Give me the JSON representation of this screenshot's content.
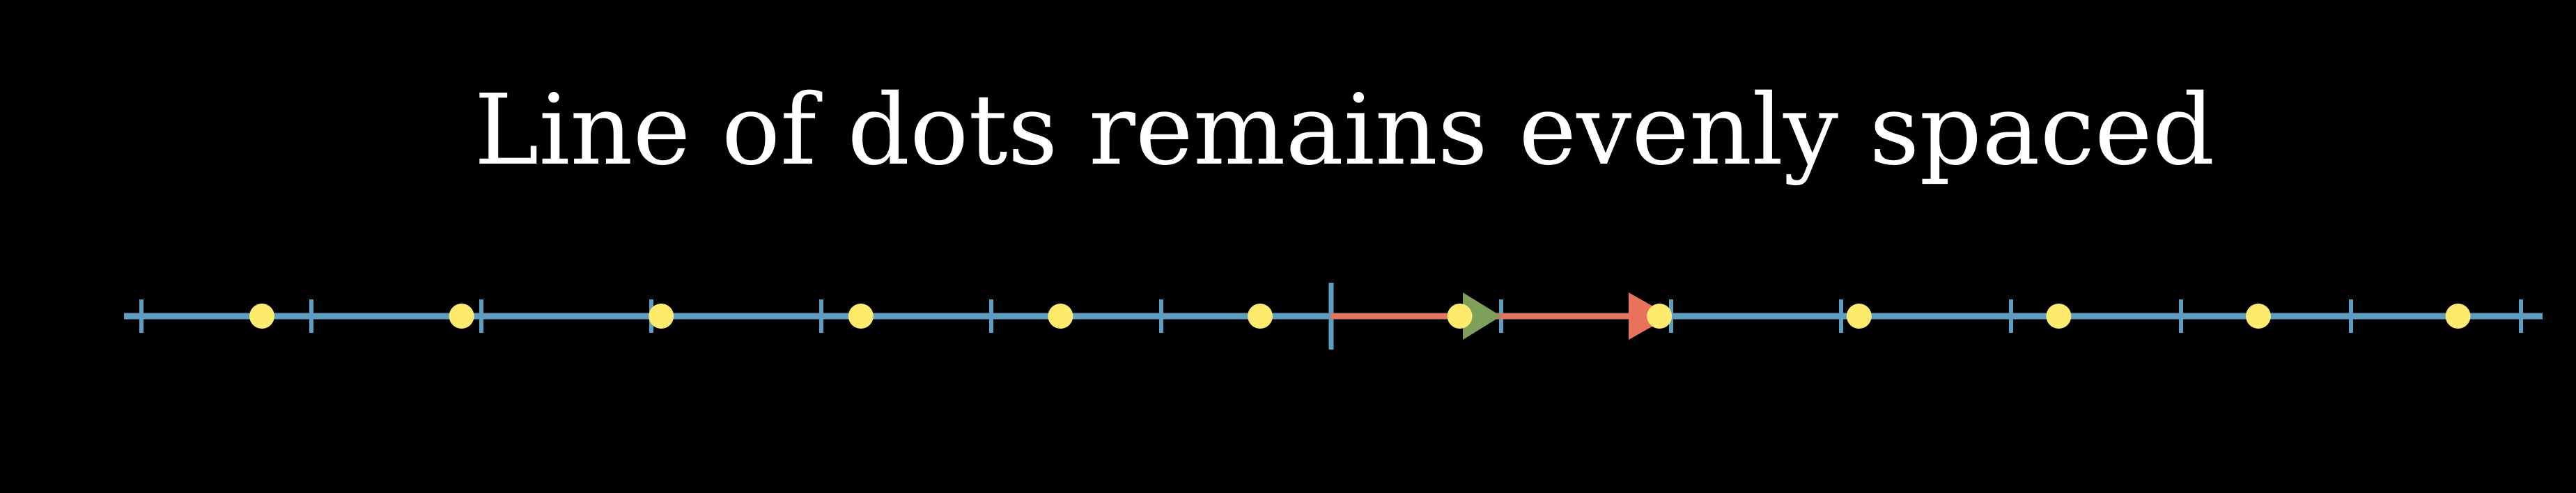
{
  "title": "Line of dots remains evenly spaced",
  "colors": {
    "background": "#000000",
    "number_line": "#5b9ec2",
    "dot": "#ffeb6b",
    "vector_red": "#e8735a",
    "vector_green": "#7da05a",
    "text": "#ffffff"
  },
  "number_line": {
    "tick_count": 15,
    "origin_index": 7
  },
  "dots": {
    "count": 12
  },
  "vectors": [
    {
      "name": "green-vector",
      "color_key": "vector_green"
    },
    {
      "name": "red-vector",
      "color_key": "vector_red"
    }
  ]
}
